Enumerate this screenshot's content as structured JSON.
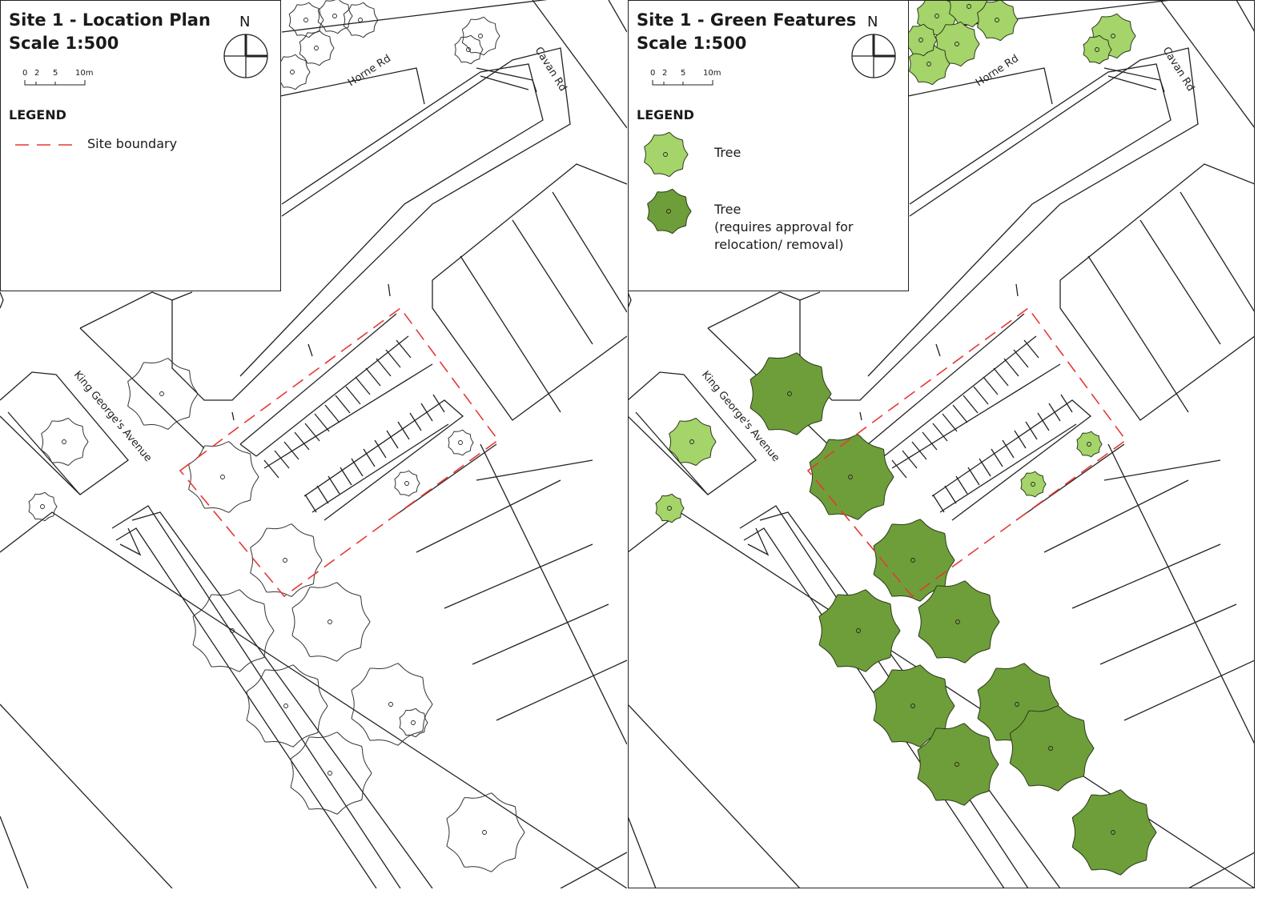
{
  "colors": {
    "line": "#222222",
    "site_boundary": "#e53935",
    "tree_light": "#a5d46a",
    "tree_dark": "#6e9e3a",
    "tree_outline": "#2b3a1a"
  },
  "icons": [
    "north-arrow-icon",
    "scale-bar-icon",
    "tree-icon",
    "dashed-line-icon"
  ],
  "streets": [
    "Horne Rd",
    "Cavan Rd",
    "King George's Avenue"
  ],
  "location_plan": {
    "title_line1": "Site 1 - Location Plan",
    "title_line2": "Scale 1:500",
    "north": "N",
    "scale_labels": [
      "0",
      "2",
      "5",
      "10m"
    ],
    "legend_heading": "LEGEND",
    "legend_items": [
      {
        "label": "Site boundary",
        "symbol": "red dashed line"
      }
    ]
  },
  "green_features": {
    "title_line1": "Site 1 - Green Features",
    "title_line2": "Scale 1:500",
    "north": "N",
    "scale_labels": [
      "0",
      "2",
      "5",
      "10m"
    ],
    "legend_heading": "LEGEND",
    "legend_items": [
      {
        "label": "Tree",
        "symbol": "light green tree"
      },
      {
        "label_line1": "Tree",
        "label_line2": "(requires approval for",
        "label_line3": "relocation/ removal)",
        "symbol": "dark green tree"
      }
    ]
  }
}
